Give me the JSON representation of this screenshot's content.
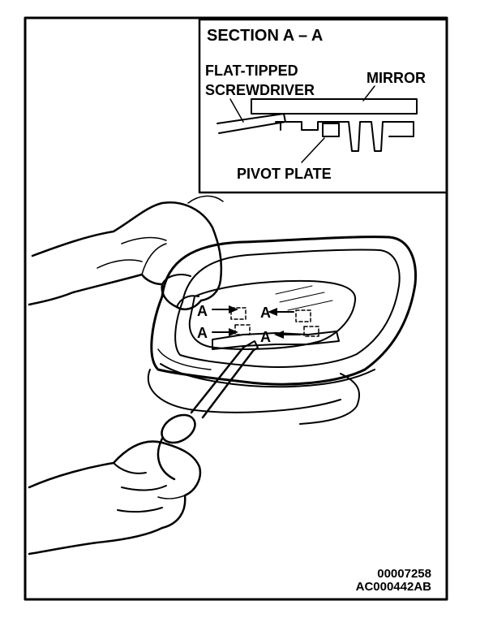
{
  "inset": {
    "title": "SECTION A – A",
    "labels": {
      "screwdriver_line1": "FLAT-TIPPED",
      "screwdriver_line2": "SCREWDRIVER",
      "mirror": "MIRROR",
      "pivot_plate": "PIVOT PLATE"
    }
  },
  "main": {
    "markers": [
      "A",
      "A",
      "A",
      "A"
    ]
  },
  "codes": {
    "figure_number": "00007258",
    "drawing_code": "AC000442AB"
  }
}
